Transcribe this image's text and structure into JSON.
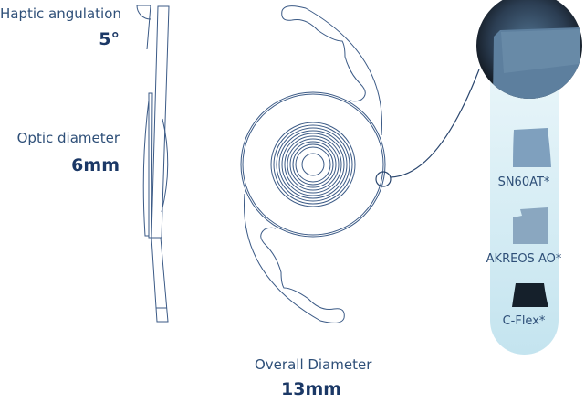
{
  "labels": {
    "haptic_angulation": "Haptic angulation",
    "haptic_angulation_value": "5°",
    "optic_diameter": "Optic diameter",
    "optic_diameter_value": "6mm",
    "overall_diameter": "Overall Diameter",
    "overall_diameter_value": "13mm"
  },
  "comparison": {
    "items": [
      {
        "label": "SN60AT*"
      },
      {
        "label": "AKREOS AO*"
      },
      {
        "label": "C-Flex*"
      }
    ]
  },
  "colors": {
    "line": "#3b5a86",
    "text": "#2e4f78",
    "bold_text": "#1b3866",
    "panel": "#d2ebf3"
  }
}
